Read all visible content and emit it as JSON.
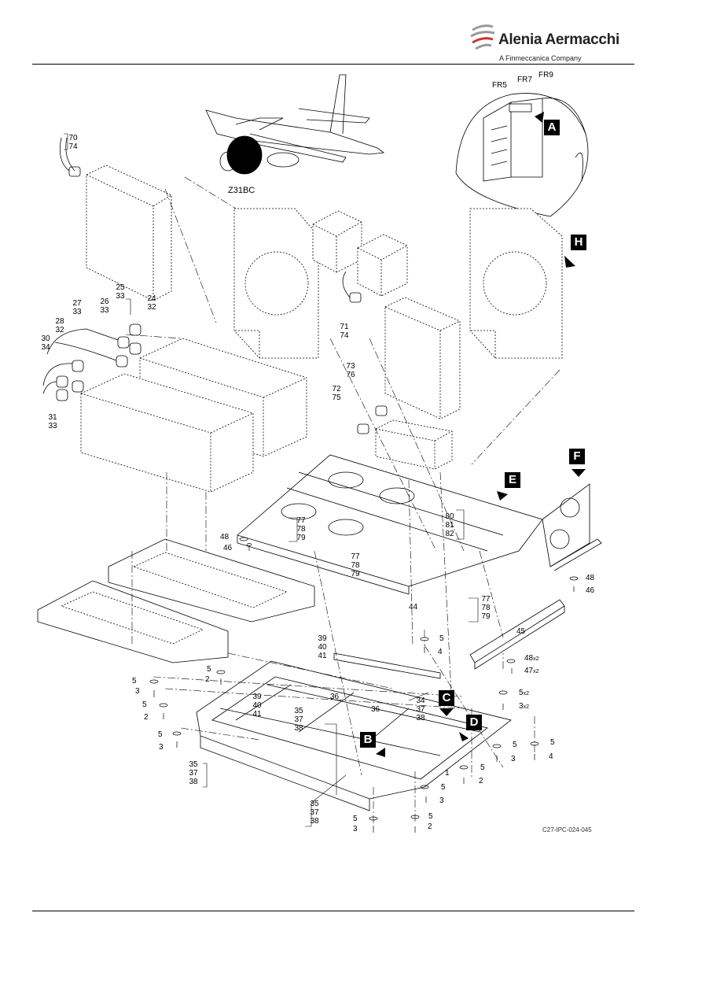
{
  "brand": {
    "name": "Alenia Aermacchi",
    "subtitle": "A Finmeccanica Company"
  },
  "figure_ref": "C27-IPC-024-045",
  "zone_label": "Z31BC",
  "frames": [
    "FR5",
    "FR7",
    "FR9"
  ],
  "views": [
    "A",
    "H",
    "F",
    "E",
    "C",
    "D",
    "B"
  ],
  "callouts": {
    "c_70_74": [
      "70",
      "74"
    ],
    "c_25_33": [
      "25",
      "33"
    ],
    "c_24_32": [
      "24",
      "32"
    ],
    "c_27_33": [
      "27",
      "33"
    ],
    "c_26_33": [
      "26",
      "33"
    ],
    "c_28_32": [
      "28",
      "32"
    ],
    "c_30_34": [
      "30",
      "34"
    ],
    "c_31_33": [
      "31",
      "33"
    ],
    "c_71_74": [
      "71",
      "74"
    ],
    "c_73_76": [
      "73",
      "76"
    ],
    "c_72_75": [
      "72",
      "75"
    ],
    "c_77_78_79_a": [
      "77",
      "78",
      "79"
    ],
    "c_77_78_79_b": [
      "77",
      "78",
      "79"
    ],
    "c_77_78_79_c": [
      "77",
      "78",
      "79"
    ],
    "c_80_81_82": [
      "80",
      "81",
      "82"
    ],
    "c_39_40_41_a": [
      "39",
      "40",
      "41"
    ],
    "c_39_40_41_b": [
      "39",
      "40",
      "41"
    ],
    "c_35_37_38_a": [
      "35",
      "37",
      "38"
    ],
    "c_35_37_38_b": [
      "35",
      "37",
      "38"
    ],
    "c_35_37_38_c": [
      "35",
      "37",
      "38"
    ],
    "c_34_37_38": [
      "34",
      "37",
      "38"
    ]
  },
  "singles": {
    "n48_left": "48",
    "n46_left": "46",
    "n48_right": "48",
    "n46_right": "46",
    "n44": "44",
    "n45": "45",
    "n48_x2": "48",
    "n47_x2": "47",
    "x2_a": "x2",
    "x2_b": "x2",
    "x2_c": "x2",
    "x2_d": "x2",
    "n5_top": "5",
    "n4_top": "4",
    "n5_l1": "5",
    "n3_l1": "3",
    "n5_l2": "5",
    "n2_l2": "2",
    "n5_l3": "5",
    "n3_l3": "3",
    "n5_c1": "5",
    "n2_c1": "2",
    "n36_a": "36",
    "n36_b": "36",
    "n5_r1": "5",
    "n3_r1": "3",
    "n5_r2": "5",
    "n3_r2": "3",
    "n5_r3": "5",
    "n4_r3": "4",
    "n5_r4": "5",
    "n2_r4": "2",
    "n1": "1",
    "n5_b1": "5",
    "n3_b1": "3",
    "n5_b2": "5",
    "n2_b2": "2",
    "n5_b3": "5",
    "n3_b3": "3"
  }
}
